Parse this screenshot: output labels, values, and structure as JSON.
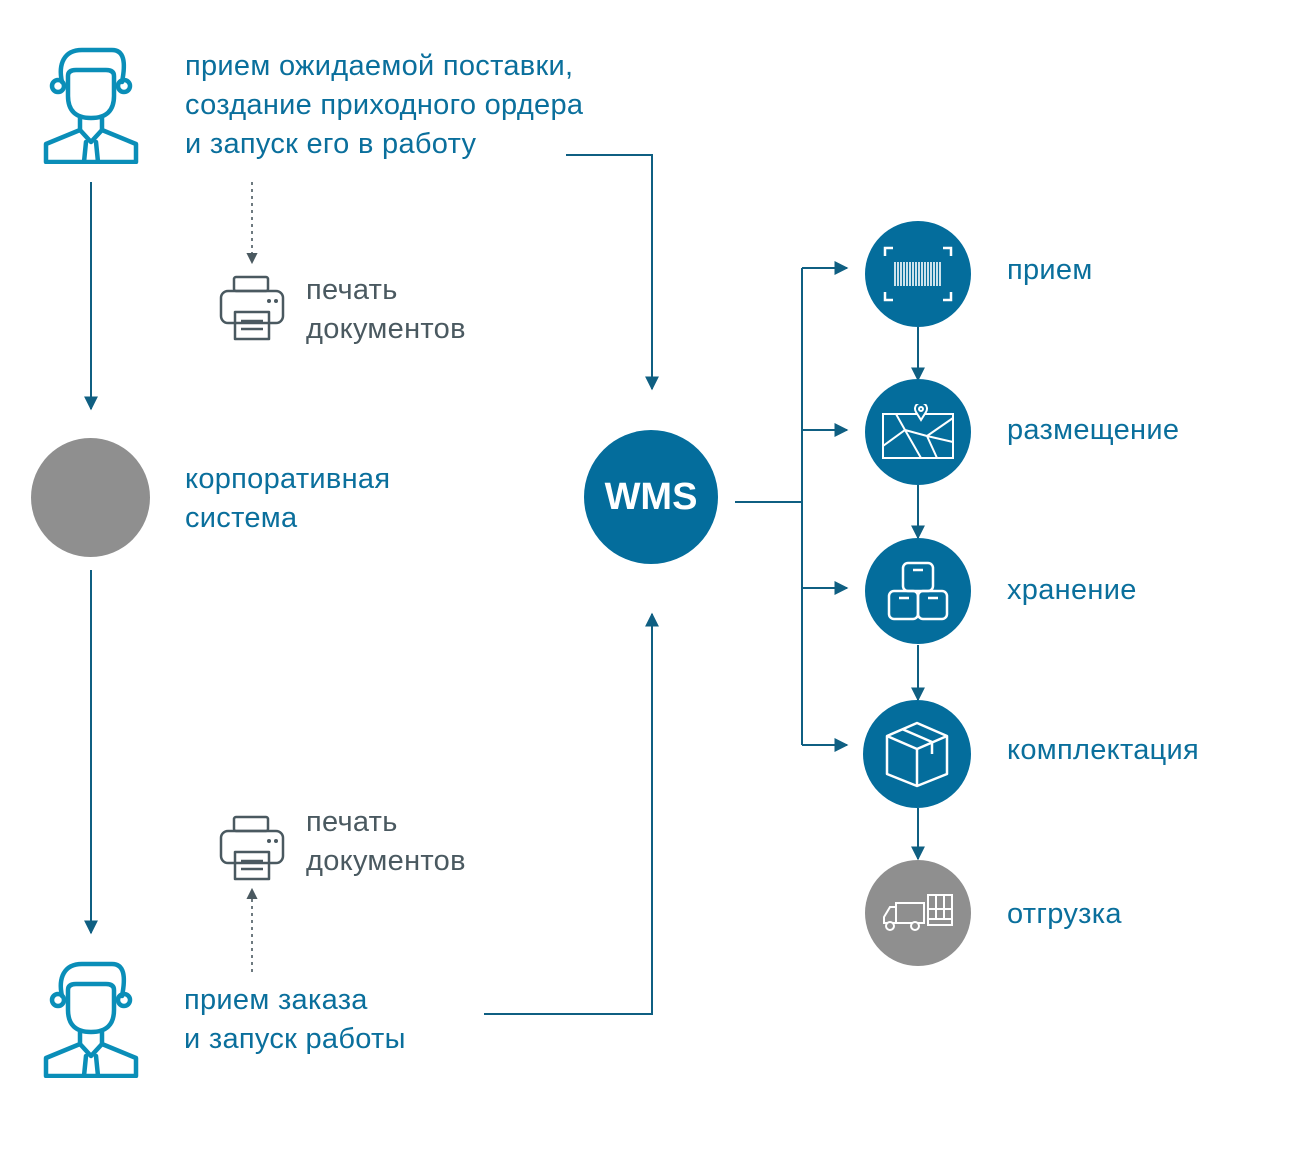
{
  "top_actor": {
    "lines": [
      "прием ожидаемой поставки,",
      "создание приходного ордера",
      "и запуск его в работу"
    ]
  },
  "print_top": {
    "lines": [
      "печать",
      "документов"
    ]
  },
  "corporate_system": {
    "lines": [
      "корпоративная",
      "система"
    ]
  },
  "print_bottom": {
    "lines": [
      "печать",
      "документов"
    ]
  },
  "bottom_actor": {
    "lines": [
      "прием заказа",
      "и запуск работы"
    ]
  },
  "wms": {
    "label": "WMS"
  },
  "steps": [
    {
      "label": "прием",
      "icon": "barcode-scan-icon"
    },
    {
      "label": "размещение",
      "icon": "map-pin-icon"
    },
    {
      "label": "хранение",
      "icon": "boxes-icon"
    },
    {
      "label": "комплектация",
      "icon": "package-icon"
    },
    {
      "label": "отгрузка",
      "icon": "truck-icon"
    }
  ],
  "colors": {
    "primary": "#046d9c",
    "person": "#0a8eb8",
    "gray": "#8f8f8f",
    "text_gray": "#4a5960"
  }
}
